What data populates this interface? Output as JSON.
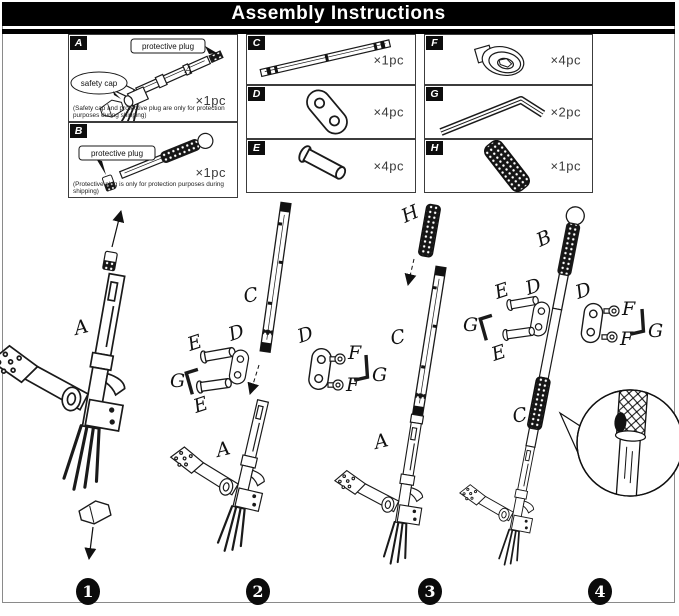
{
  "title": "Assembly Instructions",
  "panels": {
    "A": {
      "tag": "A",
      "qty": "×1pc",
      "callout_plug": "protective plug",
      "callout_cap": "safety cap",
      "inline_label": "A",
      "note": "(Safety cap and protective plug are only for protection purposes during shipping)"
    },
    "B": {
      "tag": "B",
      "qty": "×1pc",
      "callout_plug": "protective plug",
      "note": "(Protective plug is only for protection purposes during shipping)"
    },
    "C": {
      "tag": "C",
      "qty": "×1pc"
    },
    "D": {
      "tag": "D",
      "qty": "×4pc"
    },
    "E": {
      "tag": "E",
      "qty": "×4pc"
    },
    "F": {
      "tag": "F",
      "qty": "×4pc"
    },
    "G": {
      "tag": "G",
      "qty": "×2pc"
    },
    "H": {
      "tag": "H",
      "qty": "×1pc"
    }
  },
  "steps": [
    {
      "num": "1",
      "labels": {
        "a": "A"
      }
    },
    {
      "num": "2",
      "labels": {
        "c": "C",
        "e1": "E",
        "d1": "D",
        "g1": "G",
        "e2": "E",
        "a": "A",
        "d2": "D",
        "f1": "F",
        "f2": "F",
        "g2": "G"
      }
    },
    {
      "num": "3",
      "labels": {
        "h": "H",
        "c": "C",
        "a": "A"
      }
    },
    {
      "num": "4",
      "labels": {
        "b": "B",
        "e1": "E",
        "d1": "D",
        "g1": "G",
        "e2": "E",
        "d2": "D",
        "f1": "F",
        "f2": "F",
        "g2": "G",
        "c": "C"
      }
    }
  ],
  "colors": {
    "ink": "#1a1a1a",
    "title_bar": "#000000",
    "paper": "#ffffff"
  }
}
